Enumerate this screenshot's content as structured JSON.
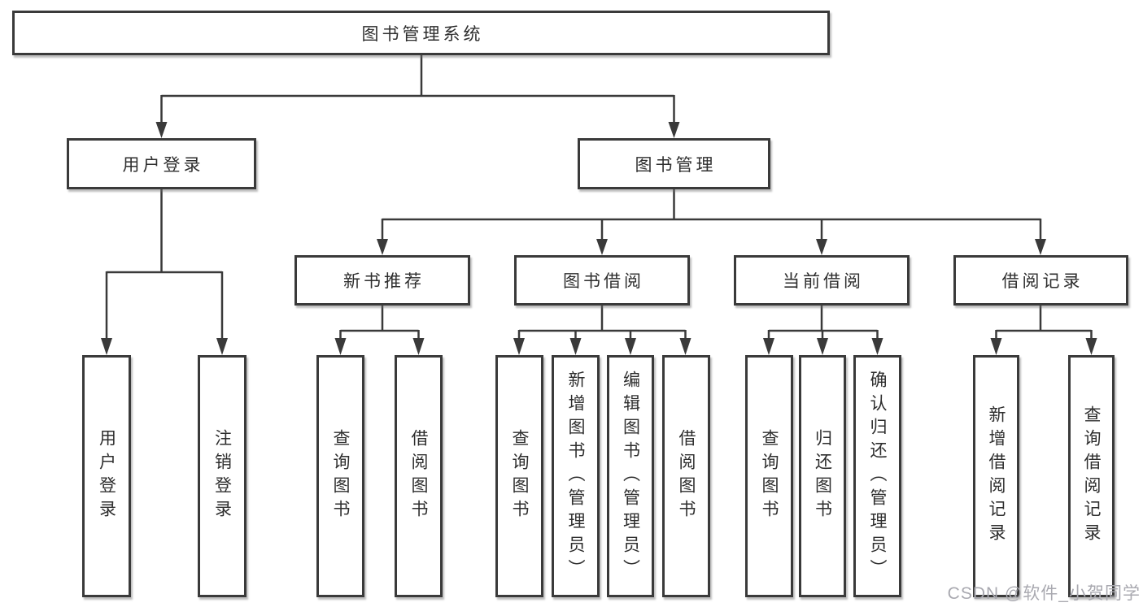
{
  "nodes": {
    "root": "图书管理系统",
    "user_login": "用户登录",
    "book_mgmt": "图书管理",
    "new_book_rec": "新书推荐",
    "book_borrow": "图书借阅",
    "current_borrow": "当前借阅",
    "borrow_record": "借阅记录"
  },
  "leaves": {
    "user_login": [
      "用户登录",
      "注销登录"
    ],
    "new_book_rec": [
      "查询图书",
      "借阅图书"
    ],
    "book_borrow": [
      "查询图书",
      "新增图书（管理员）",
      "编辑图书（管理员）",
      "借阅图书"
    ],
    "current_borrow": [
      "查询图书",
      "归还图书",
      "确认归还（管理员）"
    ],
    "borrow_record": [
      "新增借阅记录",
      "查询借阅记录"
    ]
  },
  "watermark": "CSDN @软件_小贺同学",
  "colors": {
    "line": "#3a3a3a",
    "box_border": "#3a3a3a",
    "text": "#2e2e2e",
    "watermark": "#a9a9b0",
    "background": "#ffffff"
  }
}
